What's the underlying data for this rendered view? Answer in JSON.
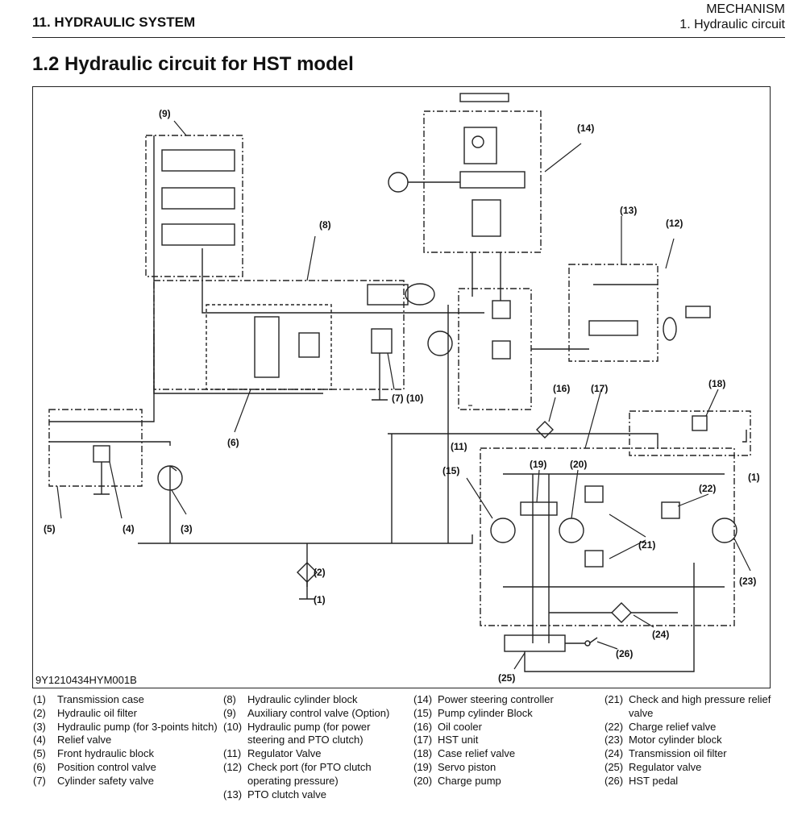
{
  "header": {
    "section": "11. HYDRAULIC SYSTEM",
    "category": "MECHANISM",
    "subsection": "1. Hydraulic circuit"
  },
  "title": "1.2 Hydraulic circuit for HST model",
  "diagram": {
    "code": "9Y1210434HYM001B",
    "callouts": {
      "c1a": "(1)",
      "c1b": "(1)",
      "c2": "(2)",
      "c3": "(3)",
      "c4": "(4)",
      "c5": "(5)",
      "c6": "(6)",
      "c7_10": "(7) (10)",
      "c8": "(8)",
      "c9": "(9)",
      "c11": "(11)",
      "c12": "(12)",
      "c13": "(13)",
      "c14": "(14)",
      "c15": "(15)",
      "c16": "(16)",
      "c17": "(17)",
      "c18": "(18)",
      "c19": "(19)",
      "c20": "(20)",
      "c21": "(21)",
      "c22": "(22)",
      "c23": "(23)",
      "c24": "(24)",
      "c25": "(25)",
      "c26": "(26)"
    }
  },
  "legend": {
    "col1": [
      {
        "num": "(1)",
        "text": "Transmission case"
      },
      {
        "num": "(2)",
        "text": "Hydraulic oil filter"
      },
      {
        "num": "(3)",
        "text": "Hydraulic pump (for 3-points hitch)"
      },
      {
        "num": "(4)",
        "text": "Relief valve"
      },
      {
        "num": "(5)",
        "text": "Front hydraulic block"
      },
      {
        "num": "(6)",
        "text": "Position control valve"
      },
      {
        "num": "(7)",
        "text": "Cylinder safety valve"
      }
    ],
    "col2": [
      {
        "num": "(8)",
        "text": "Hydraulic cylinder block"
      },
      {
        "num": "(9)",
        "text": "Auxiliary control valve (Option)"
      },
      {
        "num": "(10)",
        "text": "Hydraulic pump (for power steering and PTO clutch)"
      },
      {
        "num": "(11)",
        "text": "Regulator Valve"
      },
      {
        "num": "(12)",
        "text": "Check port (for PTO clutch operating pressure)"
      },
      {
        "num": "(13)",
        "text": "PTO clutch valve"
      }
    ],
    "col3": [
      {
        "num": "(14)",
        "text": "Power steering controller"
      },
      {
        "num": "(15)",
        "text": "Pump cylinder Block"
      },
      {
        "num": "(16)",
        "text": "Oil cooler"
      },
      {
        "num": "(17)",
        "text": "HST unit"
      },
      {
        "num": "(18)",
        "text": "Case relief valve"
      },
      {
        "num": "(19)",
        "text": "Servo piston"
      },
      {
        "num": "(20)",
        "text": "Charge pump"
      }
    ],
    "col4": [
      {
        "num": "(21)",
        "text": "Check and high pressure relief valve"
      },
      {
        "num": "(22)",
        "text": "Charge relief valve"
      },
      {
        "num": "(23)",
        "text": "Motor cylinder block"
      },
      {
        "num": "(24)",
        "text": "Transmission oil filter"
      },
      {
        "num": "(25)",
        "text": "Regulator valve"
      },
      {
        "num": "(26)",
        "text": "HST pedal"
      }
    ]
  }
}
